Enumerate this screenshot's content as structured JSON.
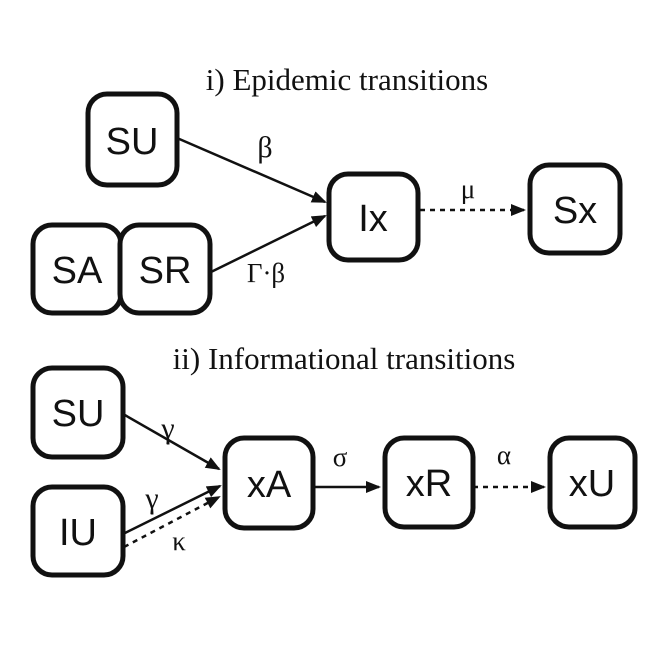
{
  "figure": {
    "background": "#ffffff",
    "ink": "#111111",
    "section_epidemic": {
      "title": "i) Epidemic transitions",
      "nodes": {
        "su": "SU",
        "sa": "SA",
        "sr": "SR",
        "ix": "Ix",
        "sx": "Sx"
      },
      "edge_labels": {
        "beta": "β",
        "gamma_beta": "Γ·β",
        "mu": "μ"
      }
    },
    "section_informational": {
      "title": "ii) Informational transitions",
      "nodes": {
        "su": "SU",
        "iu": "IU",
        "xa": "xA",
        "xr": "xR",
        "xu": "xU"
      },
      "edge_labels": {
        "gamma_su": "γ",
        "gamma_iu": "γ",
        "kappa": "κ",
        "sigma": "σ",
        "alpha": "α"
      }
    }
  }
}
